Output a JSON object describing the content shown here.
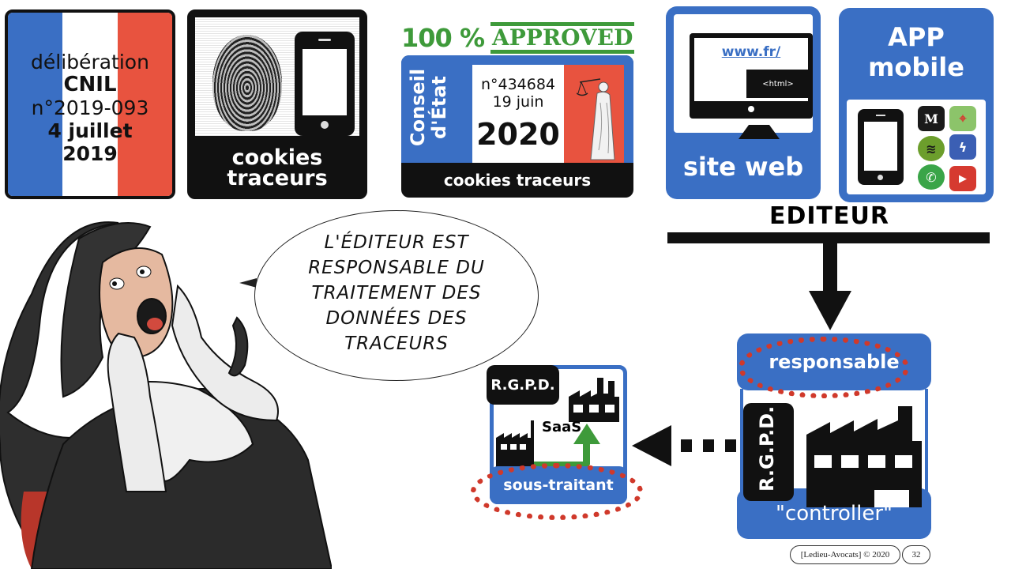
{
  "colors": {
    "blue": "#3a6fc4",
    "white": "#ffffff",
    "red": "#e8533f",
    "black": "#111111",
    "green": "#3e9a3a",
    "dotted_red": "#d0392b"
  },
  "cnil_card": {
    "line1": "délibération",
    "line2": "CNIL",
    "line3": "n°2019-093",
    "line4": "4 juillet",
    "line5": "2019"
  },
  "cookies_card": {
    "icons": [
      "fingerprint-icon",
      "smartphone-icon"
    ],
    "label_line1": "cookies",
    "label_line2": "traceurs"
  },
  "conseil_etat_card": {
    "approved_pct": "100 %",
    "approved_stamp": "APPROVED",
    "vertical_line1": "Conseil",
    "vertical_line2": "d'État",
    "decision_number": "n°434684",
    "date": "19 juin",
    "year": "2020",
    "label": "cookies traceurs"
  },
  "site_web_card": {
    "url": "www.fr/",
    "html_tag": "<html>",
    "label": "site web"
  },
  "app_mobile_card": {
    "title_line1": "APP",
    "title_line2": "mobile",
    "app_icons": [
      {
        "name": "le-monde-icon",
        "glyph": "M",
        "color": "#1a1a1a"
      },
      {
        "name": "google-maps-icon",
        "glyph": "⌖",
        "color": "#8cc46a"
      },
      {
        "name": "spotify-icon",
        "glyph": "≋",
        "color": "#6c9e2c"
      },
      {
        "name": "messenger-icon",
        "glyph": "ϟ",
        "color": "#3b5fb4"
      },
      {
        "name": "whatsapp-icon",
        "glyph": "✆",
        "color": "#3aa548"
      },
      {
        "name": "youtube-icon",
        "glyph": "▶",
        "color": "#d63a30"
      }
    ]
  },
  "editeur": {
    "label": "EDITEUR"
  },
  "speech_bubble": {
    "lines": [
      "L'ÉDITEUR EST",
      "RESPONSABLE DU",
      "TRAITEMENT DES",
      "DONNÉES DES",
      "TRACEURS"
    ]
  },
  "responsable_card": {
    "top_label": "responsable",
    "rgpd_label": "R.G.P.D.",
    "bottom_label": "\"controller\""
  },
  "sous_traitant_card": {
    "rgpd_label": "R.G.P.D.",
    "saas_label": "SaaS",
    "bottom_label": "sous-traitant"
  },
  "footer": {
    "copyright": "[Ledieu-Avocats] © 2020",
    "page_number": "32"
  }
}
